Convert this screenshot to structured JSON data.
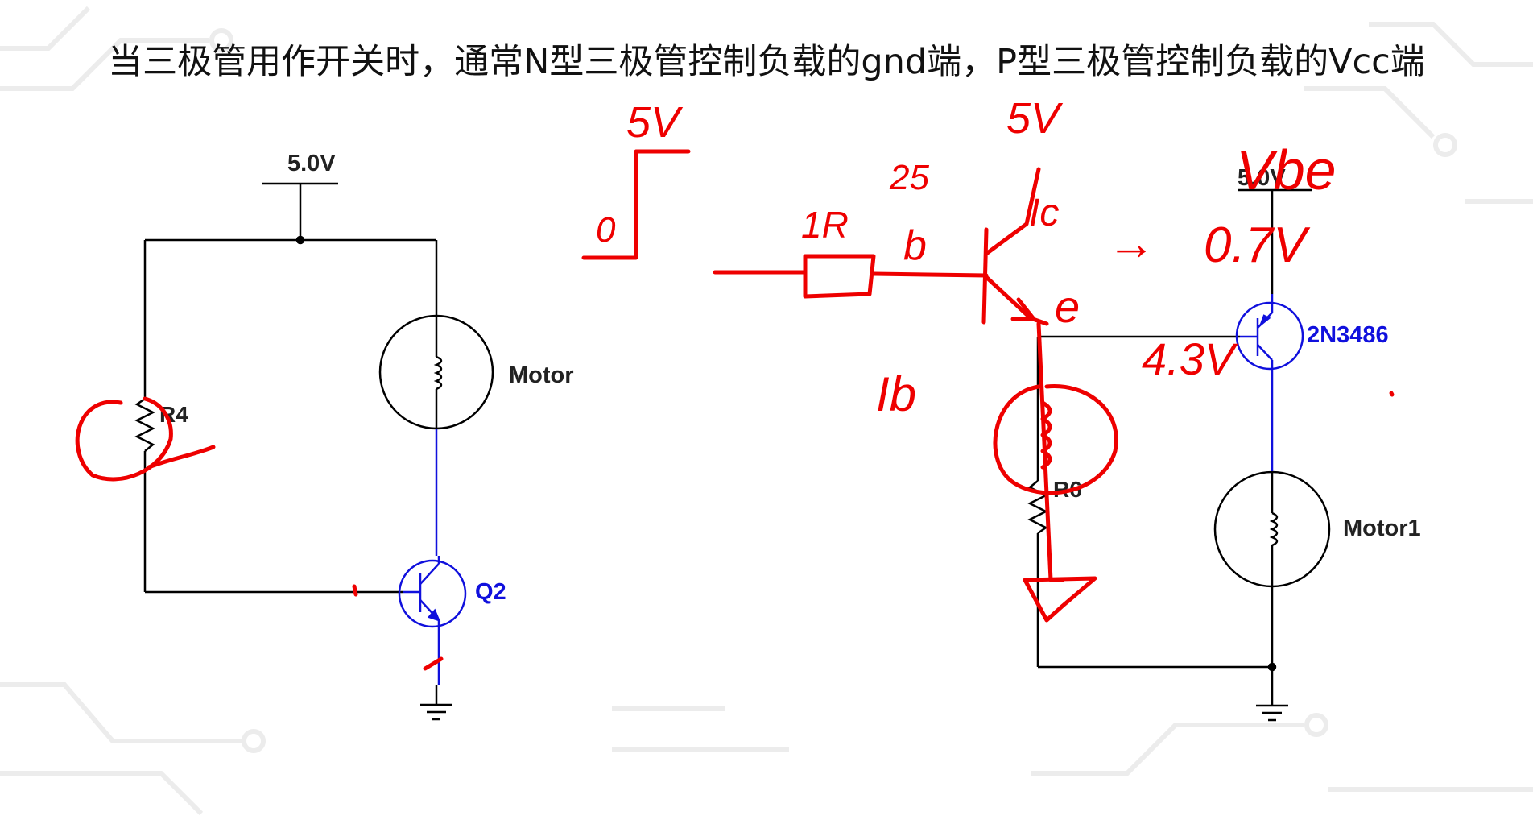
{
  "slide": {
    "title": "当三极管用作开关时，通常N型三极管控制负载的gnd端，P型三极管控制负载的Vcc端"
  },
  "left_circuit": {
    "supply_label": "5.0V",
    "resistor_label": "R4",
    "motor_label": "Motor",
    "transistor_label": "Q2"
  },
  "right_circuit": {
    "supply_label": "5.0V",
    "resistor_label": "R6",
    "motor_label": "Motor1",
    "transistor_label": "2N3486"
  },
  "annotations": {
    "supply_5v_left": "5V",
    "zero": "0",
    "resistor_1r": "1R",
    "value_25": "25",
    "base_b": "b",
    "supply_5v_mid": "5V",
    "collector_ic": "Ic",
    "emitter_e": "e",
    "ib": "Ib",
    "arrow": "→",
    "vbe": "Vbe",
    "v07": "0.7V",
    "v43": "4.3V"
  },
  "colors": {
    "wire": "#000000",
    "transistor": "#1010dd",
    "ink": "#ee0000",
    "background_pattern": "#ececec"
  }
}
